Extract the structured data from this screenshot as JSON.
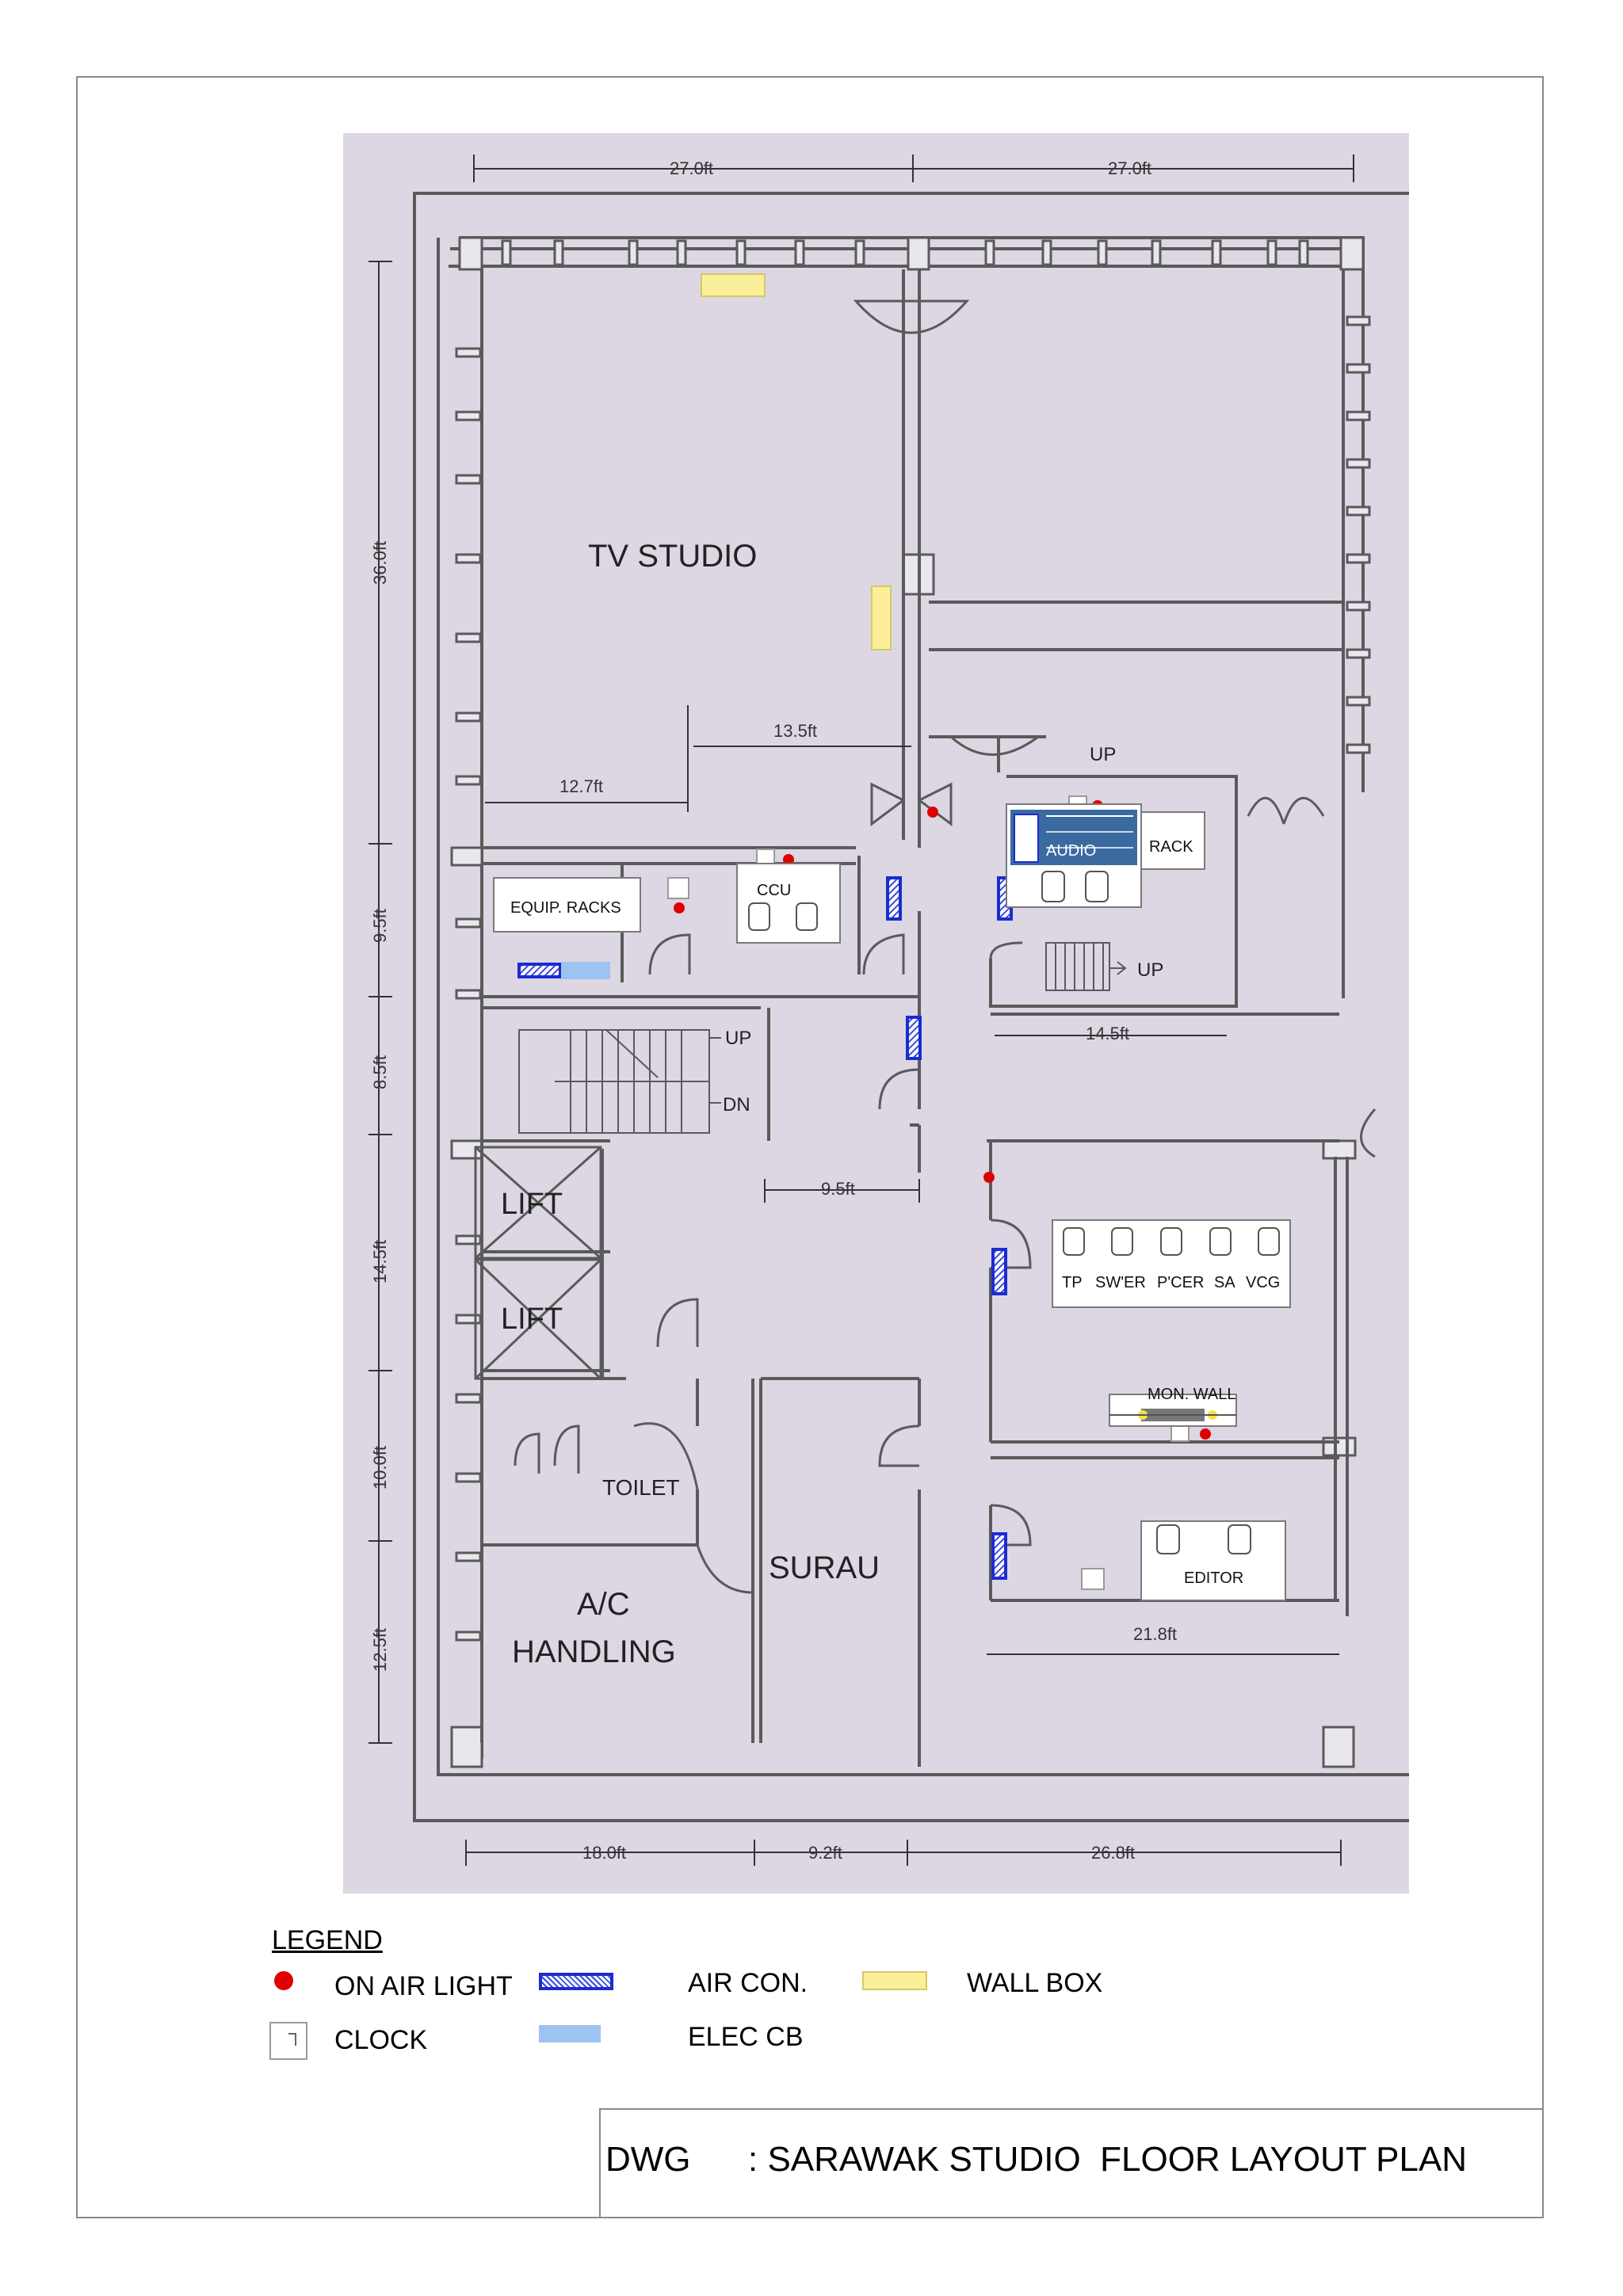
{
  "rooms": {
    "tv_studio": "TV STUDIO",
    "lift_1": "LIFT",
    "lift_2": "LIFT",
    "toilet": "TOILET",
    "ac_handling_1": "A/C",
    "ac_handling_2": "HANDLING",
    "surau": "SURAU"
  },
  "stairs": {
    "up": "UP",
    "dn": "DN",
    "up2": "UP",
    "up3": "UP"
  },
  "equipment": {
    "equip_racks": "EQUIP. RACKS",
    "ccu": "CCU",
    "audio": "AUDIO",
    "rack": "RACK",
    "tp": "TP",
    "swer": "SW'ER",
    "pcer": "P'CER",
    "sa": "SA",
    "vcg": "VCG",
    "mon_wall": "MON. WALL",
    "editor": "EDITOR"
  },
  "dimensions": {
    "top_left": "27.0ft",
    "top_right": "27.0ft",
    "left_36": "36.0ft",
    "left_95": "9.5ft",
    "left_85": "8.5ft",
    "left_145": "14.5ft",
    "left_100": "10.0ft",
    "left_125": "12.5ft",
    "studio_127": "12.7ft",
    "studio_135": "13.5ft",
    "audio_145": "14.5ft",
    "lobby_95": "9.5ft",
    "editor_218": "21.8ft",
    "bottom_180": "18.0ft",
    "bottom_92": "9.2ft",
    "bottom_268": "26.8ft"
  },
  "legend": {
    "title": "LEGEND",
    "on_air_light": "ON AIR LIGHT",
    "clock": "CLOCK",
    "air_con": "AIR CON.",
    "elec_cb": "ELEC CB",
    "wall_box": "WALL BOX"
  },
  "title_block": {
    "label": "DWG",
    "value": ": SARAWAK STUDIO  FLOOR LAYOUT PLAN"
  },
  "colors": {
    "paper": "#dcd7e2",
    "wall": "#5a5a5a",
    "on_air_light": "#e00000",
    "air_con": "#1c2bd1",
    "elec_cb": "#9dc3f0",
    "wall_box": "#fbef9a"
  }
}
